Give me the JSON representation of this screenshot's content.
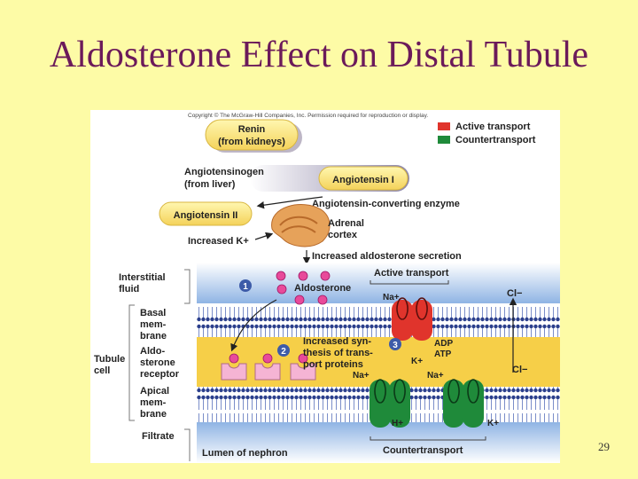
{
  "slide": {
    "title": "Aldosterone Effect on Distal Tubule",
    "page_number": "29"
  },
  "figure": {
    "copyright": "Copyright © The McGraw-Hill Companies, Inc. Permission required for reproduction or display.",
    "legend": {
      "active": "Active transport",
      "counter": "Countertransport",
      "active_color": "#e0342c",
      "counter_color": "#1f8a3a"
    },
    "renin": [
      "Renin",
      "(from kidneys)"
    ],
    "angiotensinogen": [
      "Angiotensinogen",
      "(from liver)"
    ],
    "angiotensin1": "Angiotensin I",
    "ace": "Angiotensin-converting enzyme",
    "angiotensin2": "Angiotensin II",
    "adrenal": [
      "Adrenal",
      "cortex"
    ],
    "increased_k": "Increased K+",
    "increased_aldo": "Increased aldosterone secretion",
    "interstitial": [
      "Interstitial",
      "fluid"
    ],
    "basal": [
      "Basal",
      "mem-",
      "brane"
    ],
    "tubule_cell": [
      "Tubule",
      "cell"
    ],
    "receptor": [
      "Aldo-",
      "sterone",
      "receptor"
    ],
    "apical": [
      "Apical",
      "mem-",
      "brane"
    ],
    "filtrate": "Filtrate",
    "aldosterone": "Aldosterone",
    "active_transport_top": "Active transport",
    "step1": "1",
    "step2": "2",
    "step3": "3",
    "na_basal": "Na+",
    "cl_top": "Cl−",
    "adp": "ADP",
    "atp": "ATP",
    "k_basal": "K+",
    "synthesis": [
      "Increased syn-",
      "thesis of trans-",
      "port proteins"
    ],
    "na_left": "Na+",
    "na_mid": "Na+",
    "cl_right": "Cl−",
    "h_plus": "H+",
    "k_right": "K+",
    "lumen": "Lumen of nephron",
    "countertransport_bottom": "Countertransport"
  }
}
